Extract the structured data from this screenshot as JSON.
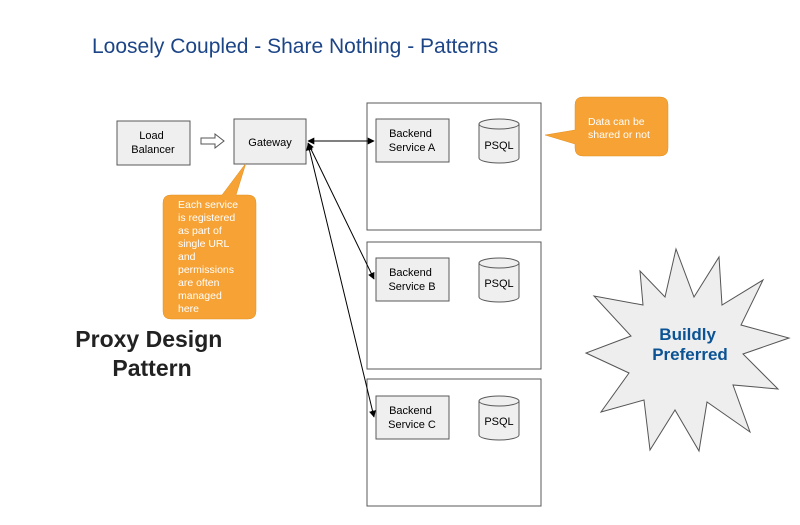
{
  "title": "Loosely Coupled - Share Nothing - Patterns",
  "colors": {
    "title": "#1c4587",
    "box_fill": "#efefef",
    "box_stroke": "#595959",
    "callout_fill": "#f6a235",
    "star_fill": "#eeeeee",
    "star_text": "#0b5394"
  },
  "nodes": {
    "load_balancer": [
      "Load",
      "Balancer"
    ],
    "gateway": "Gateway",
    "service_a": [
      "Backend",
      "Service A"
    ],
    "service_b": [
      "Backend",
      "Service B"
    ],
    "service_c": [
      "Backend",
      "Service C"
    ],
    "psql_a": "PSQL",
    "psql_b": "PSQL",
    "psql_c": "PSQL"
  },
  "callouts": {
    "data_shared": [
      "Data can be",
      "shared or not"
    ],
    "gateway_note": [
      "Each service",
      "is registered",
      "as part of",
      "single URL",
      "and",
      "permissions",
      "are often",
      "managed",
      "here"
    ]
  },
  "pattern_label": [
    "Proxy Design",
    "Pattern"
  ],
  "starburst": [
    "Buildly",
    "Preferred"
  ]
}
